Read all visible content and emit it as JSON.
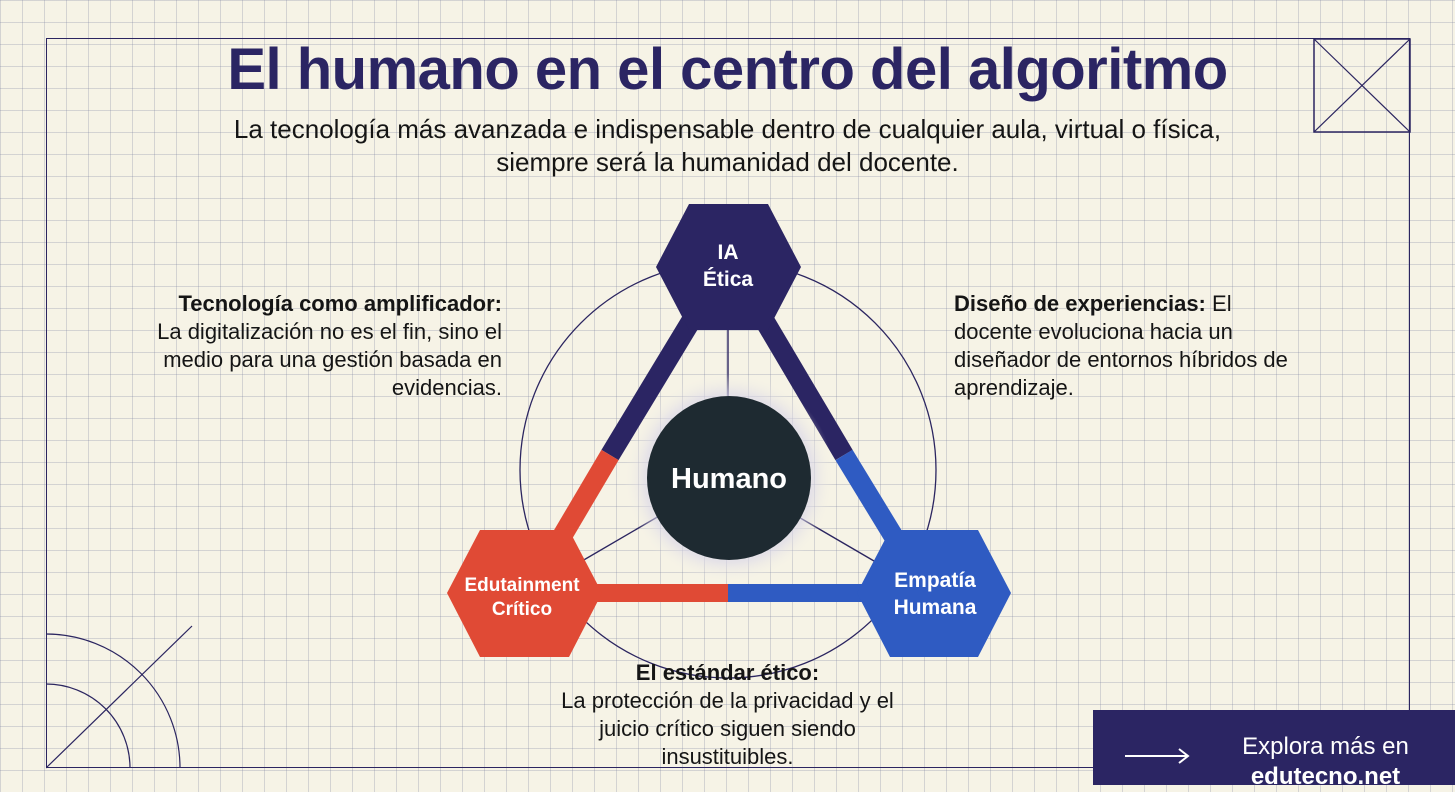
{
  "header": {
    "title": "El humano en el centro del algoritmo",
    "subtitle": "La tecnología más avanzada e indispensable dentro de cualquier aula, virtual o física, siempre será la humanidad del docente."
  },
  "diagram": {
    "center_label": "Humano",
    "nodes": [
      {
        "line1": "IA",
        "line2": "Ética",
        "color": "#2b2563"
      },
      {
        "line1": "Edutainment",
        "line2": "Crítico",
        "color": "#e04a35"
      },
      {
        "line1": "Empatía",
        "line2": "Humana",
        "color": "#2f5bc2"
      }
    ],
    "center_color": "#1e2a31"
  },
  "blocks": {
    "left": {
      "heading": "Tecnología como amplificador:",
      "body": "La digitalización no es el fin, sino el medio para una gestión basada en evidencias."
    },
    "right": {
      "heading": "Diseño de experiencias:",
      "body": "El docente evoluciona hacia un diseñador de entornos híbridos de aprendizaje."
    },
    "bottom": {
      "heading": "El estándar ético:",
      "body": "La protección de la privacidad y el juicio crítico siguen siendo insustituibles."
    }
  },
  "cta": {
    "text": "Explora más en",
    "site": "edutecno.net",
    "background": "#2b2563"
  }
}
